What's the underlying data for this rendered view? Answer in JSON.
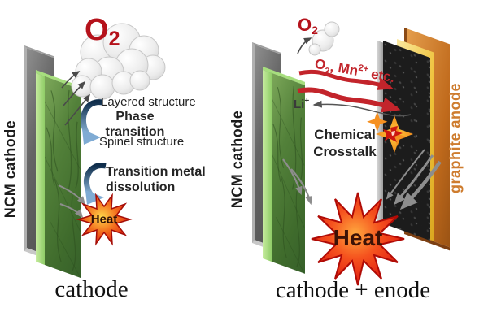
{
  "left": {
    "ncm_label": "NCM cathode",
    "o2": {
      "symbol": "O",
      "sub": "2"
    },
    "phase": {
      "layered": "Layered structure",
      "bold1": "Phase",
      "bold2": "transition",
      "spinel": "Spinel structure"
    },
    "dissolution": {
      "line1": "Transition metal",
      "line2": "dissolution"
    },
    "heat_label": "Heat",
    "caption": "cathode"
  },
  "right": {
    "ncm_label": "NCM cathode",
    "anode_label": "graphite anode",
    "o2": {
      "symbol": "O",
      "sub": "2"
    },
    "species": {
      "o": "O",
      "o_sub": "2",
      "sep": ",",
      "mn": "Mn",
      "mn_sup": "2+",
      "etc": "etc."
    },
    "li": {
      "text": "Li",
      "sup": "+"
    },
    "crosstalk": {
      "line1": "Chemical",
      "line2": "Crosstalk"
    },
    "heat_label": "Heat",
    "caption": "cathode + enode"
  },
  "colors": {
    "o2_red": "#b5121b",
    "arrow_red": "#c3242b",
    "heat_fill": "#e8261a",
    "heat_text": "#3d1206",
    "transition_arrow_blue": "#1d3f63",
    "anode_label_orange": "#ce7c2e",
    "cathode_green": "#4c7a34",
    "anode_copper": "#c06a1c",
    "separator_yellow": "#eec23a",
    "graphite_black": "#1c1c1c",
    "current_collector_gray": "#6f6f6f"
  }
}
